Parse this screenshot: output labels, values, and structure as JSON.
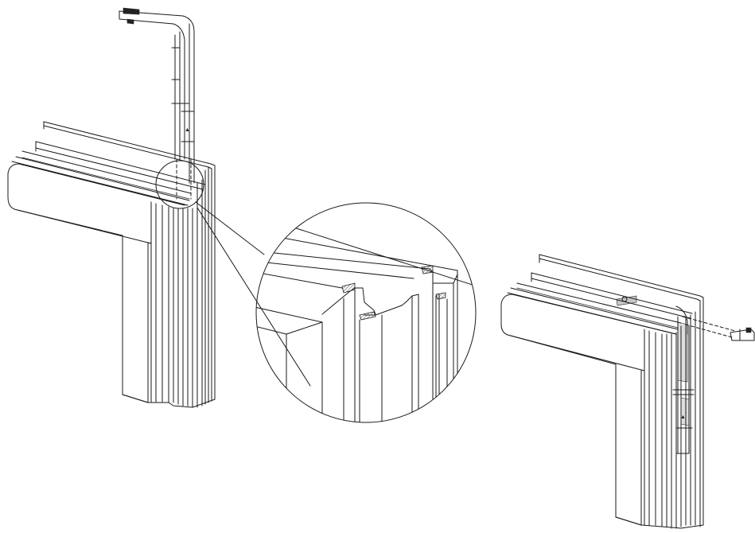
{
  "figure": {
    "views": [
      {
        "id": "assembly-left",
        "icon": "window-frame-corner-with-vertical-guide"
      },
      {
        "id": "detail-circle",
        "icon": "magnified-profile-detail"
      },
      {
        "id": "assembly-right",
        "icon": "window-frame-corner-with-angled-guide"
      }
    ],
    "colors": {
      "line": "#1a1a1a",
      "background": "#ffffff"
    }
  }
}
